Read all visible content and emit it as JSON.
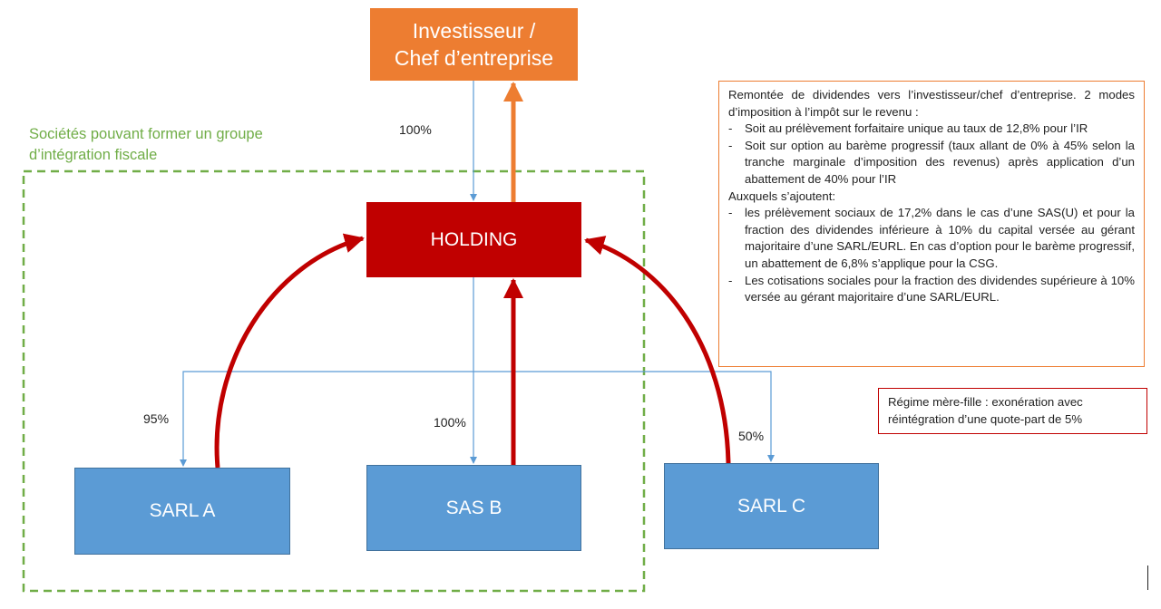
{
  "nodes": {
    "investor_line1": "Investisseur /",
    "investor_line2": "Chef d’entreprise",
    "holding": "HOLDING",
    "sarl_a": "SARL A",
    "sas_b": "SAS B",
    "sarl_c": "SARL C"
  },
  "percentages": {
    "investor_holding": "100%",
    "sarl_a": "95%",
    "sas_b": "100%",
    "sarl_c": "50%"
  },
  "group_label": {
    "line1": "Sociétés pouvant former un groupe",
    "line2": "d’intégration fiscale"
  },
  "info_box": {
    "intro": "Remontée de dividendes vers l’investisseur/chef d’entreprise. 2 modes d’imposition à l’impôt sur le revenu :",
    "bullet1": "Soit au prélèvement forfaitaire unique au taux de 12,8% pour l’IR",
    "bullet2": "Soit sur option au barème progressif (taux allant de 0% à 45% selon la tranche marginale d’imposition des revenus) après application d’un abattement de 40% pour l’IR",
    "auxquels": "Auxquels s’ajoutent:",
    "bullet3": "les prélèvement sociaux de 17,2% dans le cas d’une SAS(U) et pour la fraction des dividendes inférieure à 10% du capital versée au gérant majoritaire d’une SARL/EURL. En cas d’option pour le barème progressif, un abattement de 6,8% s’applique pour la CSG.",
    "bullet4": "Les cotisations sociales pour la fraction des dividendes supérieure à 10% versée au gérant majoritaire d’une SARL/EURL.",
    "dash": "-"
  },
  "regime_box": {
    "line1": "Régime mère-fille : exonération avec",
    "line2": "réintégration d’une quote-part de 5%"
  },
  "colors": {
    "investor": "#ed7d31",
    "holding": "#c00000",
    "subsidiary": "#5b9bd5",
    "ownership_line": "#5b9bd5",
    "dividend_arrow": "#c00000",
    "investor_arrow": "#ed7d31",
    "group_border": "#70ad47"
  }
}
